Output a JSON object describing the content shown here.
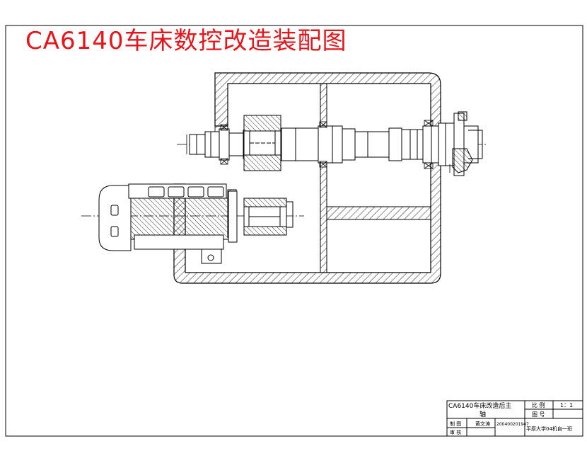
{
  "title": "CA6140车床数控改造装配图",
  "colors": {
    "title": "#e8141b",
    "line": "#000000",
    "background": "#ffffff"
  },
  "title_block": {
    "drawing_name_1": "CA6140车床改造后主",
    "drawing_name_2": "轴",
    "ratio_label": "比 例",
    "ratio_value": "1：1",
    "drawing_no_label": "图 号",
    "drafter_label": "制 图",
    "drafter_name": "黄文涛",
    "student_id": "200400201947",
    "checker_label": "审 核",
    "school": "平原大学04机自一班"
  }
}
